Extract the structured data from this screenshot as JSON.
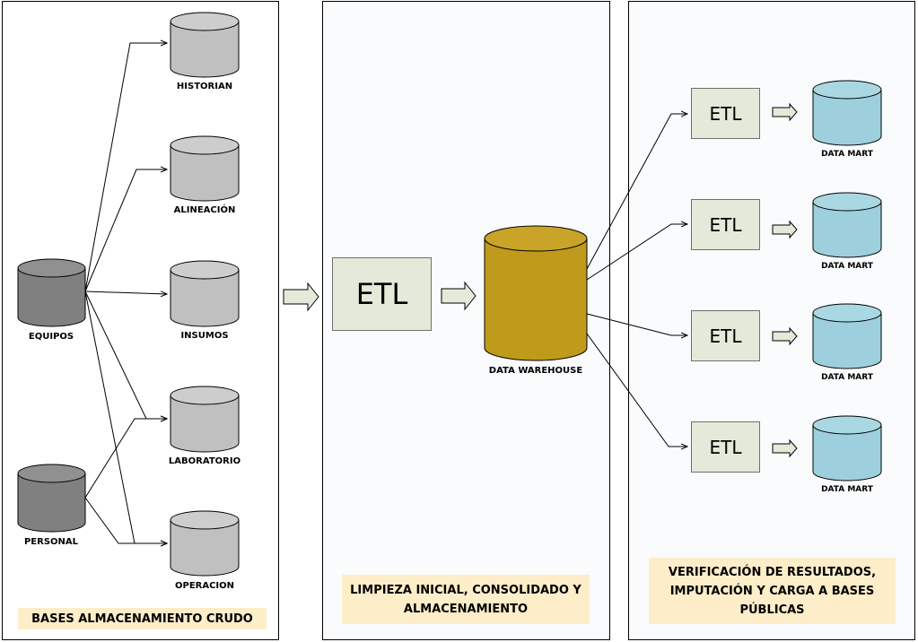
{
  "panels": {
    "raw": {
      "caption": "BASES ALMACENAMIENTO CRUDO"
    },
    "clean": {
      "caption_line1": "LIMPIEZA INICIAL, CONSOLIDADO Y",
      "caption_line2": "ALMACENAMIENTO"
    },
    "public": {
      "caption_line1": "VERIFICACIÓN DE RESULTADOS,",
      "caption_line2": "IMPUTACIÓN Y CARGA A BASES",
      "caption_line3": "PÚBLICAS"
    }
  },
  "sources": [
    {
      "label": "EQUIPOS"
    },
    {
      "label": "PERSONAL"
    }
  ],
  "raw_dbs": [
    {
      "label": "HISTORIAN"
    },
    {
      "label": "ALINEACIÓN"
    },
    {
      "label": "INSUMOS"
    },
    {
      "label": "LABORATORIO"
    },
    {
      "label": "OPERACION"
    }
  ],
  "etl_main": {
    "label": "ETL"
  },
  "warehouse": {
    "label": "DATA WAREHOUSE"
  },
  "marts": [
    {
      "etl": "ETL",
      "label": "DATA MART"
    },
    {
      "etl": "ETL",
      "label": "DATA MART"
    },
    {
      "etl": "ETL",
      "label": "DATA MART"
    },
    {
      "etl": "ETL",
      "label": "DATA MART"
    }
  ],
  "colors": {
    "source_db": "#808080",
    "raw_db": "#c0c0c0",
    "warehouse": "#c09a1a",
    "data_mart": "#9dd0dc",
    "etl_box": "#e3ead9",
    "caption_bg": "#fdedc8",
    "panel_bg": "#fafbfd"
  }
}
